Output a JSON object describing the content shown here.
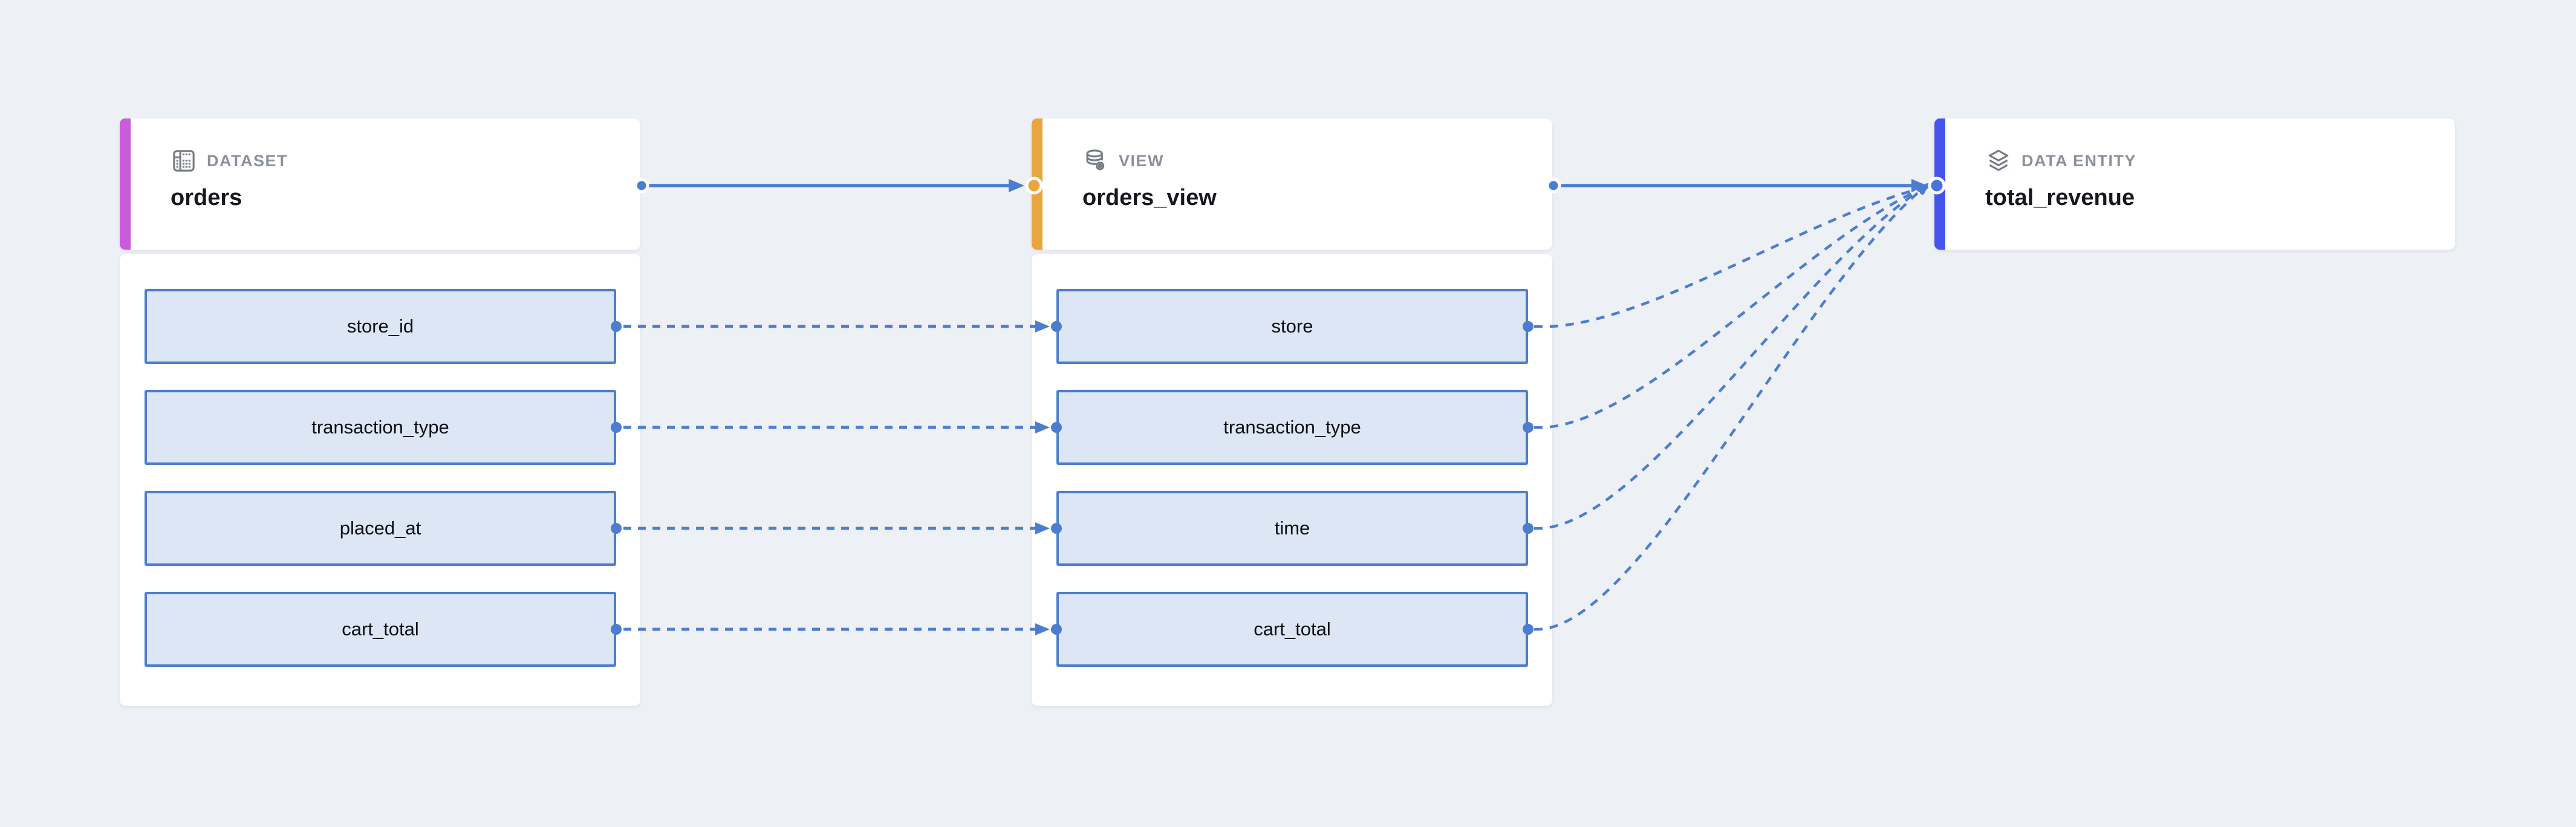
{
  "app": {
    "name": "data lineage graph"
  },
  "colors": {
    "background": "#edf0f4",
    "card": "#ffffff",
    "edge_blue": "#4d7dce",
    "dataset_accent": "#c85cdc",
    "view_accent": "#e9a63e",
    "entity_accent": "#4355e8",
    "entity_handle": "#4a72d8",
    "field_fill": "#dce6f4",
    "field_border": "#4c7ecb",
    "badge_text": "#8b919b",
    "title_text": "#16181d"
  },
  "nodes": [
    {
      "type_label": "DATASET",
      "title": "orders",
      "icon": "table-icon",
      "accent": "#c85cdc",
      "fields": [
        "store_id",
        "transaction_type",
        "placed_at",
        "cart_total"
      ]
    },
    {
      "type_label": "VIEW",
      "title": "orders_view",
      "icon": "database-view-icon",
      "accent": "#e9a63e",
      "fields": [
        "store",
        "transaction_type",
        "time",
        "cart_total"
      ]
    },
    {
      "type_label": "DATA ENTITY",
      "title": "total_revenue",
      "icon": "layers-icon",
      "accent": "#4355e8",
      "fields": []
    }
  ],
  "edges": [
    {
      "from": "orders_view.store",
      "to": "total_revenue",
      "style": "dashed-curve"
    },
    {
      "from": "orders_view.transaction_type",
      "to": "total_revenue",
      "style": "dashed-curve"
    },
    {
      "from": "orders_view.time",
      "to": "total_revenue",
      "style": "dashed-curve"
    },
    {
      "from": "orders_view.cart_total",
      "to": "total_revenue",
      "style": "dashed-curve"
    },
    {
      "from": "orders.store_id",
      "to": "orders_view.store",
      "style": "dashed"
    },
    {
      "from": "orders.transaction_type",
      "to": "orders_view.transaction_type",
      "style": "dashed"
    },
    {
      "from": "orders.placed_at",
      "to": "orders_view.time",
      "style": "dashed"
    },
    {
      "from": "orders.cart_total",
      "to": "orders_view.cart_total",
      "style": "dashed"
    },
    {
      "from": "orders",
      "to": "orders_view",
      "style": "solid"
    },
    {
      "from": "orders_view",
      "to": "total_revenue",
      "style": "solid"
    }
  ]
}
